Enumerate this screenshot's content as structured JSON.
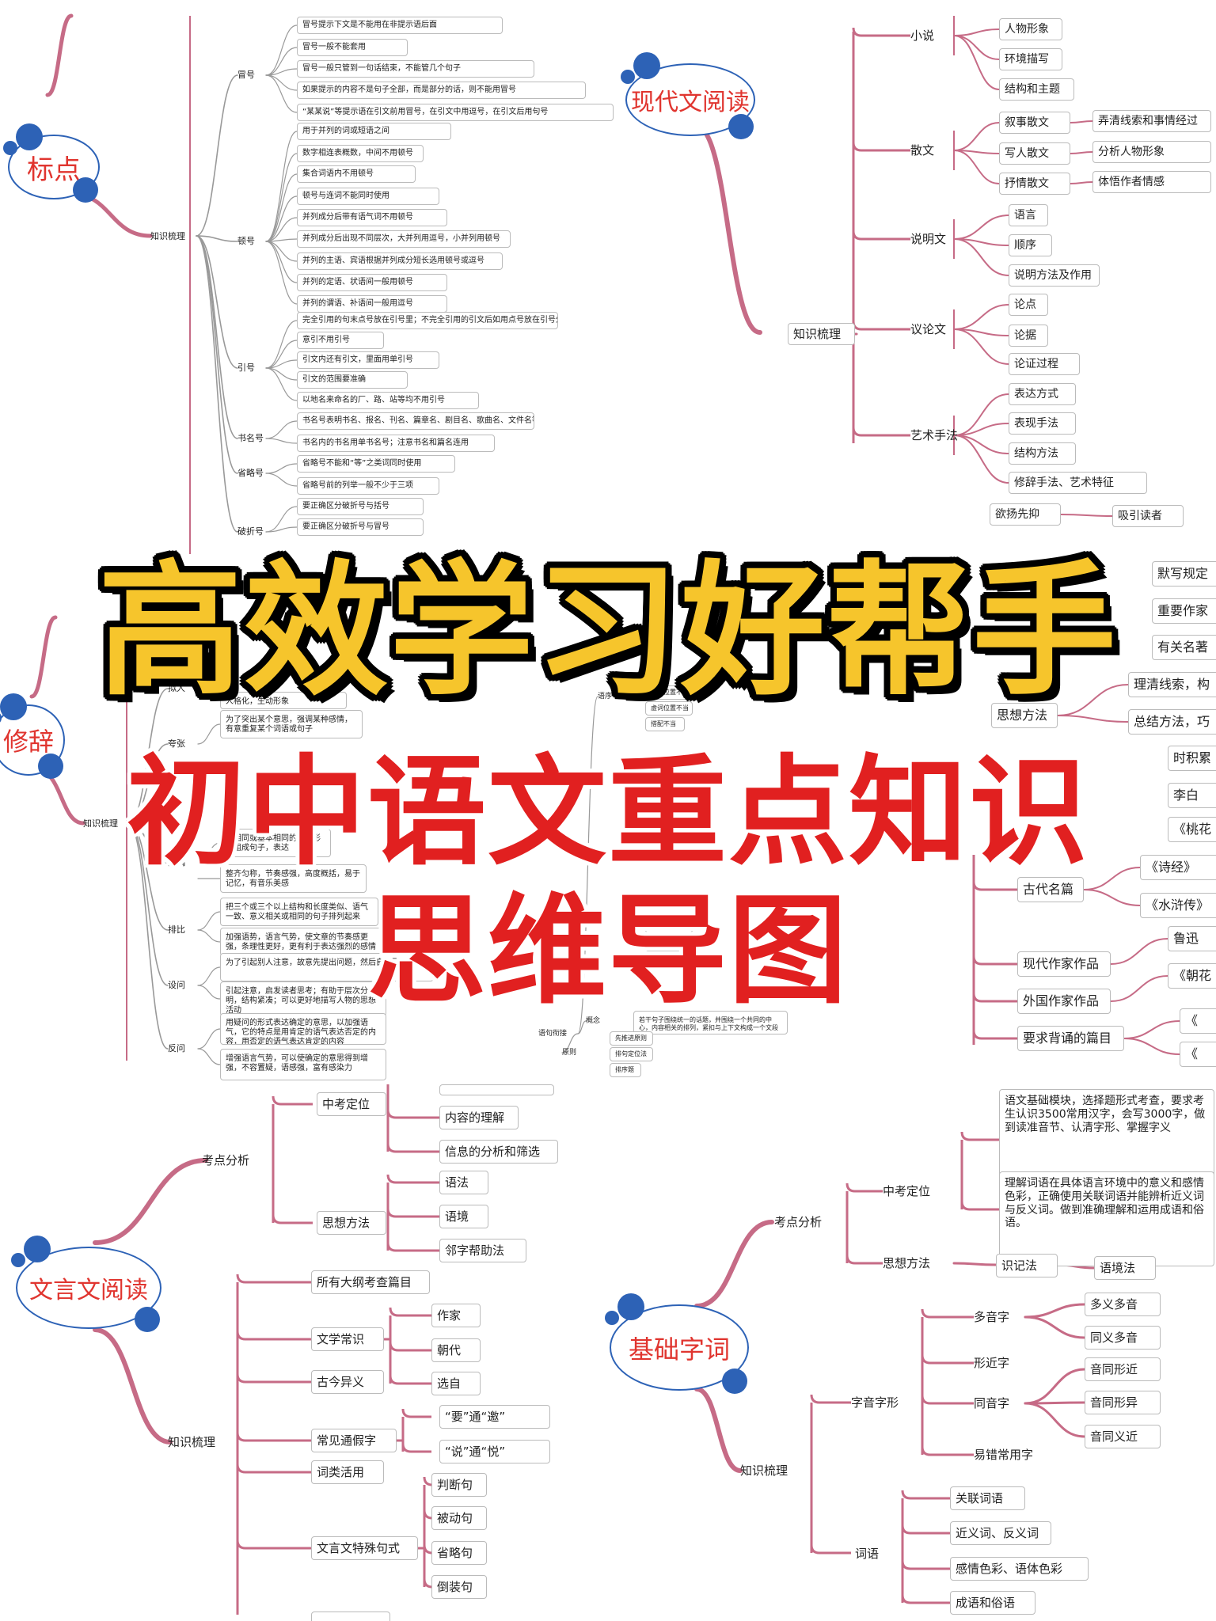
{
  "hero": {
    "title": "高效学习好帮手",
    "subtitle_1": "初中语文重点知识",
    "subtitle_2": "思维导图"
  },
  "colors": {
    "branch": "#c66b86",
    "bubble_border": "#2d62b6",
    "title_yellow": "#f6c52c",
    "title_red": "#e12020"
  },
  "maps": [
    {
      "id": "punctuation",
      "title": "标点",
      "root": "知识梳理",
      "groups": [
        {
          "label": "冒号",
          "items": [
            "冒号提示下文是不能用在非提示语后面",
            "冒号一般不能套用",
            "冒号一般只管到一句话结束，不能管几个句子",
            "如果提示的内容不是句子全部，而是部分的话，则不能用冒号",
            "“某某说”等提示语在引文前用冒号，在引文中用逗号，在引文后用句号"
          ]
        },
        {
          "label": "顿号",
          "items": [
            "用于并列的词或短语之间",
            "数字相连表概数，中间不用顿号",
            "集合词语内不用顿号",
            "顿号与连词不能同时使用",
            "并列成分后带有语气词不用顿号",
            "并列成分后出现不同层次，大并列用逗号，小并列用顿号",
            "并列的主语、宾语根据并列成分短长选用顿号或逗号",
            "并列的定语、状语间一般用顿号",
            "并列的谓语、补语间一般用逗号"
          ]
        },
        {
          "label": "引号",
          "items": [
            "完全引用的句末点号放在引号里；不完全引用的引文后如用点号放在引号外",
            "意引不用引号",
            "引文内还有引文，里面用单引号",
            "引文的范围要准确",
            "以地名来命名的厂、路、站等均不用引号"
          ]
        },
        {
          "label": "书名号",
          "items": [
            "书名号表明书名、报名、刊名、篇章名、剧目名、歌曲名、文件名等",
            "书名内的书名用单书名号；注意书名和篇名连用"
          ]
        },
        {
          "label": "省略号",
          "items": [
            "省略号不能和“等”之类词同时使用",
            "省略号前的列举一般不少于三项"
          ]
        },
        {
          "label": "破折号",
          "items": [
            "要正确区分破折号与括号",
            "要正确区分破折号与冒号"
          ]
        }
      ]
    },
    {
      "id": "modern",
      "title": "现代文阅读",
      "root": "知识梳理",
      "groups": [
        {
          "label": "小说",
          "items": [
            "人物形象",
            "环境描写",
            "结构和主题"
          ]
        },
        {
          "label": "散文",
          "items": [
            "叙事散文",
            "写人散文",
            "抒情散文"
          ],
          "details": [
            "弄清线索和事情经过",
            "分析人物形象",
            "体悟作者情感"
          ]
        },
        {
          "label": "说明文",
          "items": [
            "语言",
            "顺序",
            "说明方法及作用"
          ]
        },
        {
          "label": "议论文",
          "items": [
            "论点",
            "论据",
            "论证过程"
          ]
        },
        {
          "label": "艺术手法",
          "items": [
            "表达方式",
            "表现手法",
            "结构方法",
            "修辞手法、艺术特征"
          ]
        }
      ],
      "extra": [
        "欲扬先抑",
        "吸引读者"
      ]
    },
    {
      "id": "rhetoric",
      "title": "修辞",
      "root": "知识梳理",
      "groups": [
        {
          "label": "拟人",
          "items": [
            "人格化，生动形象"
          ]
        },
        {
          "label": "夸张",
          "items": [
            "为了突出某个意思，强调某种感情，有意重复某个词语或句子"
          ]
        },
        {
          "label": "对偶",
          "items": [
            "用相同或基本相同的结构形式组成句子，表达"
          ]
        },
        {
          "label": "",
          "items": [
            "整齐匀称，节奏感强，高度概括，易于记忆，有音乐美感"
          ]
        },
        {
          "label": "排比",
          "items": [
            "把三个或三个以上结构和长度类似、语气一致、意义相关或相同的句子排列起来",
            "加强语势，语言气势，使文章的节奏感更强，条理性更好，更有利于表达强烈的感情"
          ]
        },
        {
          "label": "设问",
          "items": [
            "为了引起别人注意，故意先提出问题，然后自己回答",
            "引起注意，启发读者思考；有助于层次分明，结构紧凑；可以更好地描写人物的思想活动"
          ]
        },
        {
          "label": "反问",
          "items": [
            "用疑问的形式表达确定的意思，以加强语气，它的特点是用肯定的语气表达否定的内容，用否定的语气表达肯定的内容",
            "增强语言气势，可以使确定的意思得到增强，不容置疑，语感强，富有感染力"
          ]
        }
      ]
    },
    {
      "id": "grammar",
      "title": "",
      "root": "语句衔接",
      "groups": [
        {
          "label": "语序不当",
          "items": [
            "表语位置不当",
            "虚词位置不当",
            "搭配不当"
          ]
        },
        {
          "label": "",
          "items": [
            "话题统一法",
            "总分统一法",
            "逻辑分析法"
          ]
        },
        {
          "label": "概念",
          "items": [
            "若干句子围绕统一的话题，并围绕一个共同的中心，内容相关的排列，紧扣与上下文构成一个文段"
          ]
        },
        {
          "label": "原则",
          "items": [
            "先推进原则",
            "排句定位法",
            "排序题"
          ]
        }
      ]
    },
    {
      "id": "literature",
      "title": "",
      "root": "",
      "groups": [
        {
          "label": "",
          "items": [
            "默写规定",
            "重要作家",
            "有关名著"
          ]
        },
        {
          "label": "思想方法",
          "items": [
            "理清线索，构",
            "总结方法，巧"
          ]
        },
        {
          "label": "",
          "items": [
            "时积累",
            "李白",
            "《桃花"
          ]
        },
        {
          "label": "古代名篇",
          "items": [
            "《诗经》",
            "《水浒传》"
          ]
        },
        {
          "label": "现代作家作品",
          "items": [
            "鲁迅"
          ]
        },
        {
          "label": "外国作家作品",
          "items": [
            "《朝花"
          ]
        },
        {
          "label": "要求背诵的篇目",
          "items": [
            "《",
            "《"
          ]
        }
      ]
    },
    {
      "id": "classical",
      "title": "文言文阅读",
      "groups": [
        {
          "label": "考点分析",
          "children": [
            {
              "label": "中考定位",
              "items": [
                "内容的理解",
                "信息的分析和筛选"
              ]
            },
            {
              "label": "思想方法",
              "items": [
                "语法",
                "语境",
                "邻字帮助法"
              ]
            }
          ]
        },
        {
          "label": "知识梳理",
          "children": [
            {
              "label": "所有大纲考查篇目",
              "items": []
            },
            {
              "label": "文学常识",
              "items": [
                "作家",
                "朝代",
                "选自"
              ]
            },
            {
              "label": "古今异义",
              "items": []
            },
            {
              "label": "常见通假字",
              "items": [
                "“要”通“邀”",
                "“说”通“悦”"
              ]
            },
            {
              "label": "词类活用",
              "items": []
            },
            {
              "label": "文言文特殊句式",
              "items": [
                "判断句",
                "被动句",
                "省略句",
                "倒装句"
              ]
            }
          ]
        }
      ]
    },
    {
      "id": "basics",
      "title": "基础字词",
      "groups": [
        {
          "label": "考点分析",
          "children": [
            {
              "label": "中考定位",
              "items": [
                "语文基础模块，选择题形式考查，要求考生认识3500常用汉字，会写3000字，做到读准音节、认清字形、掌握字义",
                "理解词语在具体语言环境中的意义和感情色彩，正确使用关联词语并能辨析近义词与反义词。做到准确理解和运用成语和俗语。"
              ]
            },
            {
              "label": "思想方法",
              "items": [
                "识记法",
                "语境法"
              ]
            }
          ]
        },
        {
          "label": "知识梳理",
          "children": [
            {
              "label": "字音字形",
              "items": [
                "多音字",
                "形近字",
                "同音字",
                "易错常用字"
              ],
              "details": [
                "多义多音",
                "同义多音",
                "音同形近",
                "音同形异",
                "音同义近"
              ]
            },
            {
              "label": "词语",
              "items": [
                "关联词语",
                "近义词、反义词",
                "感情色彩、语体色彩",
                "成语和俗语"
              ]
            }
          ]
        }
      ]
    }
  ]
}
